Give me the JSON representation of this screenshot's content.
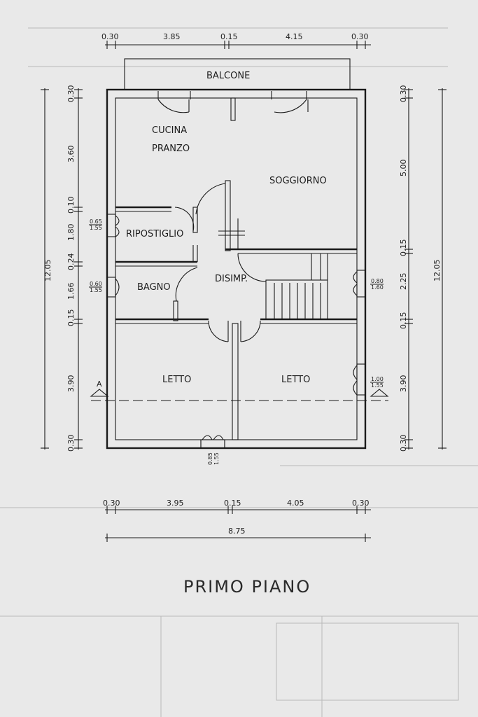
{
  "rooms": {
    "balcone": "BALCONE",
    "cucina": "CUCINA",
    "pranzo": "PRANZO",
    "soggiorno": "SOGGIORNO",
    "ripostiglio": "RIPOSTIGLIO",
    "bagno": "BAGNO",
    "disimpegno": "DISIMP.",
    "letto_left": "LETTO",
    "letto_right": "LETTO"
  },
  "top_dims": [
    "0.30",
    "3.85",
    "0.15",
    "4.15",
    "0.30"
  ],
  "bottom_dims": [
    "0.30",
    "3.95",
    "0.15",
    "4.05",
    "0.30"
  ],
  "total_width": "8.75",
  "left_dims": [
    "0.30",
    "3.60",
    "0.10",
    "1.80",
    "0.24",
    "1.66",
    "0.15",
    "3.90",
    "0.30"
  ],
  "left_total": "12.05",
  "right_dims": [
    "0.30",
    "5.00",
    "0.15",
    "2.25",
    "0.15",
    "3.90",
    "0.30"
  ],
  "right_total": "12.05",
  "windows": {
    "ripostiglio": [
      "0.65",
      "1.55"
    ],
    "bagno": [
      "0.60",
      "1.55"
    ],
    "disimp": [
      "0.80",
      "1.60"
    ],
    "letto_right": [
      "1.00",
      "1.55"
    ],
    "bottom": [
      "0.85",
      "1.55"
    ]
  },
  "section_marker": "A",
  "title": "PRIMO PIANO"
}
